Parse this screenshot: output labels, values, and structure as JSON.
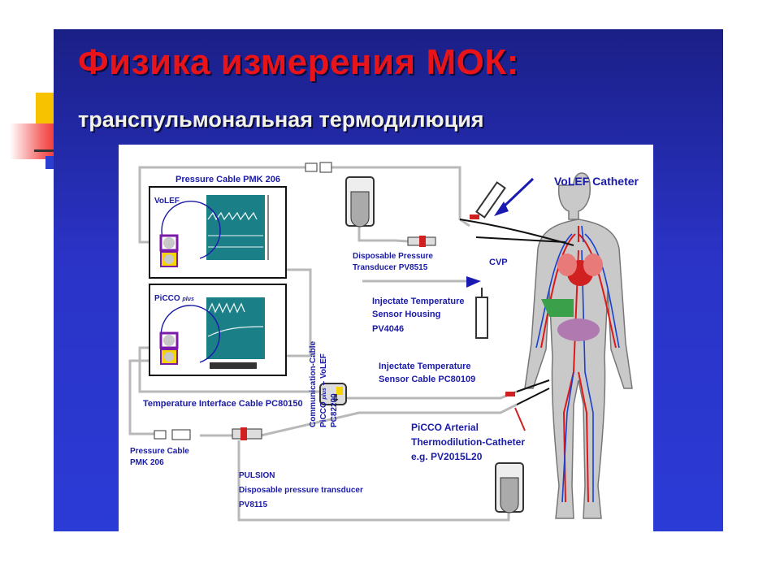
{
  "slide": {
    "title": "Физика измерения МОК:",
    "subtitle": "транспульмональная термодилюция"
  },
  "diagram": {
    "monitor_top_label": "VoLEF",
    "monitor_bottom_label": "PiCCO",
    "monitor_bottom_sub": "plus",
    "labels": {
      "pressure_cable_top": "Pressure Cable  PMK 206",
      "disposable_transducer_1": "Disposable Pressure",
      "disposable_transducer_2": "Transducer PV8515",
      "volef_catheter": "VoLEF Catheter",
      "cvp": "CVP",
      "injectate_housing_1": "Injectate Temperature",
      "injectate_housing_2": "Sensor Housing",
      "injectate_housing_3": "PV4046",
      "injectate_cable_1": "Injectate Temperature",
      "injectate_cable_2": "Sensor Cable PC80109",
      "comm_cable_1": "Communication-Cable",
      "comm_cable_2": "PiCCO",
      "comm_cable_2_sub": "plus",
      "comm_cable_2_end": "– VoLEF",
      "comm_cable_3": "PC82200",
      "temp_interface": "Temperature Interface Cable PC80150",
      "pressure_cable_bottom_1": "Pressure Cable",
      "pressure_cable_bottom_2": "PMK 206",
      "picco_catheter_1": "PiCCO Arterial",
      "picco_catheter_2": "Thermodilution-Catheter",
      "picco_catheter_3": "e.g. PV2015L20",
      "pulsion_1": "PULSION",
      "pulsion_2": "Disposable pressure transducer",
      "pulsion_3": "PV8115"
    },
    "colors": {
      "label": "#1a1aa8",
      "cable": "#b9b9b9",
      "artery": "#e01818",
      "vein": "#1840d0",
      "body": "#c9c9c9"
    }
  }
}
